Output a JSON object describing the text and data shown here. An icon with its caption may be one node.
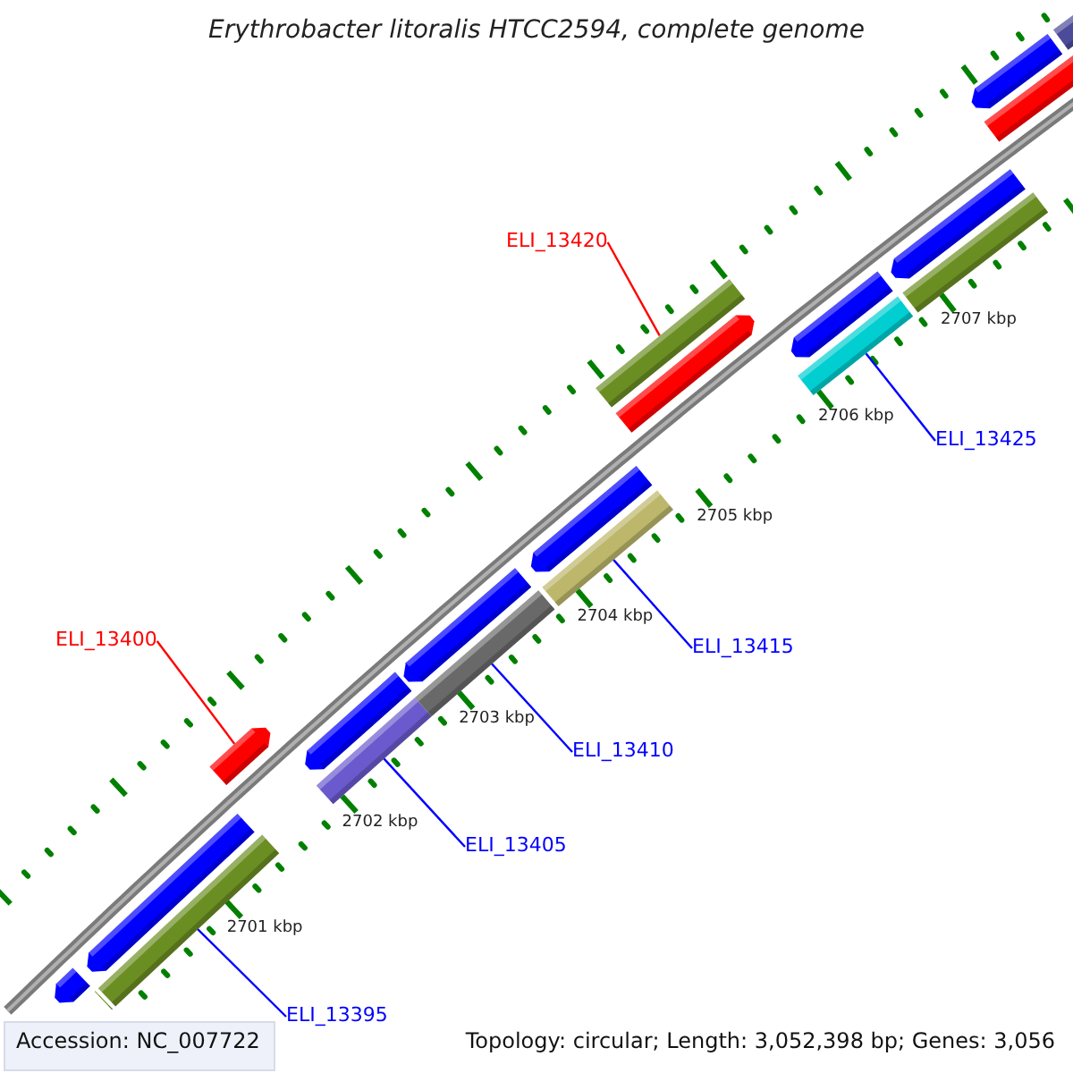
{
  "diagram": {
    "title": "Erythrobacter litoralis HTCC2594, complete genome",
    "nodes": [
      {
        "text": [
          "ELI_13420"
        ]
      },
      {
        "text": [
          "ELI_13400"
        ]
      },
      {
        "text": [
          "ELI_13395"
        ]
      },
      {
        "text": [
          "ELI_13405"
        ]
      },
      {
        "text": [
          "ELI_13410"
        ]
      },
      {
        "text": [
          "ELI_13415"
        ]
      },
      {
        "text": [
          "ELI_13425"
        ]
      },
      {
        "text": [],
        "shape": "bar"
      },
      {
        "text": [],
        "shape": "bar"
      },
      {
        "text": [],
        "shape": "bar"
      },
      {
        "text": [],
        "shape": "bar"
      },
      {
        "text": [],
        "shape": "bar"
      },
      {
        "text": [],
        "shape": "bar"
      },
      {
        "text": [],
        "shape": "bar"
      },
      {
        "text": [],
        "shape": "bar"
      },
      {
        "text": [],
        "shape": "bar"
      },
      {
        "text": [],
        "shape": "bar"
      },
      {
        "text": [],
        "shape": "bar"
      },
      {
        "text": [],
        "shape": "bar"
      },
      {
        "text": [],
        "shape": "bar"
      },
      {
        "text": [],
        "shape": "bar"
      },
      {
        "text": [],
        "shape": "bar"
      },
      {
        "text": [],
        "shape": "bar"
      },
      {
        "text": [],
        "shape": "bar"
      },
      {
        "text": [],
        "shape": "bar"
      },
      {
        "text": [],
        "shape": "bar"
      },
      {
        "text": [],
        "shape": "bar"
      }
    ],
    "edges": [
      {
        "from": 0,
        "to": 7,
        "arrow": "none",
        "color": "#ff0000"
      },
      {
        "from": 1,
        "to": 8,
        "arrow": "none",
        "color": "#ff0000"
      },
      {
        "from": 2,
        "to": 9,
        "arrow": "none"
      },
      {
        "from": 3,
        "to": 10,
        "arrow": "none"
      },
      {
        "from": 4,
        "to": 11,
        "arrow": "none"
      },
      {
        "from": 5,
        "to": 12,
        "arrow": "none"
      },
      {
        "from": 6,
        "to": 13,
        "arrow": "none"
      }
    ],
    "labels": [
      "2701 kbp",
      "2702 kbp",
      "2703 kbp",
      "2704 kbp",
      "2705 kbp",
      "2706 kbp",
      "2707 kbp",
      "Accession: NC_007722",
      "Topology: circular; Length: 3,052,398 bp; Genes: 3,056"
    ]
  }
}
